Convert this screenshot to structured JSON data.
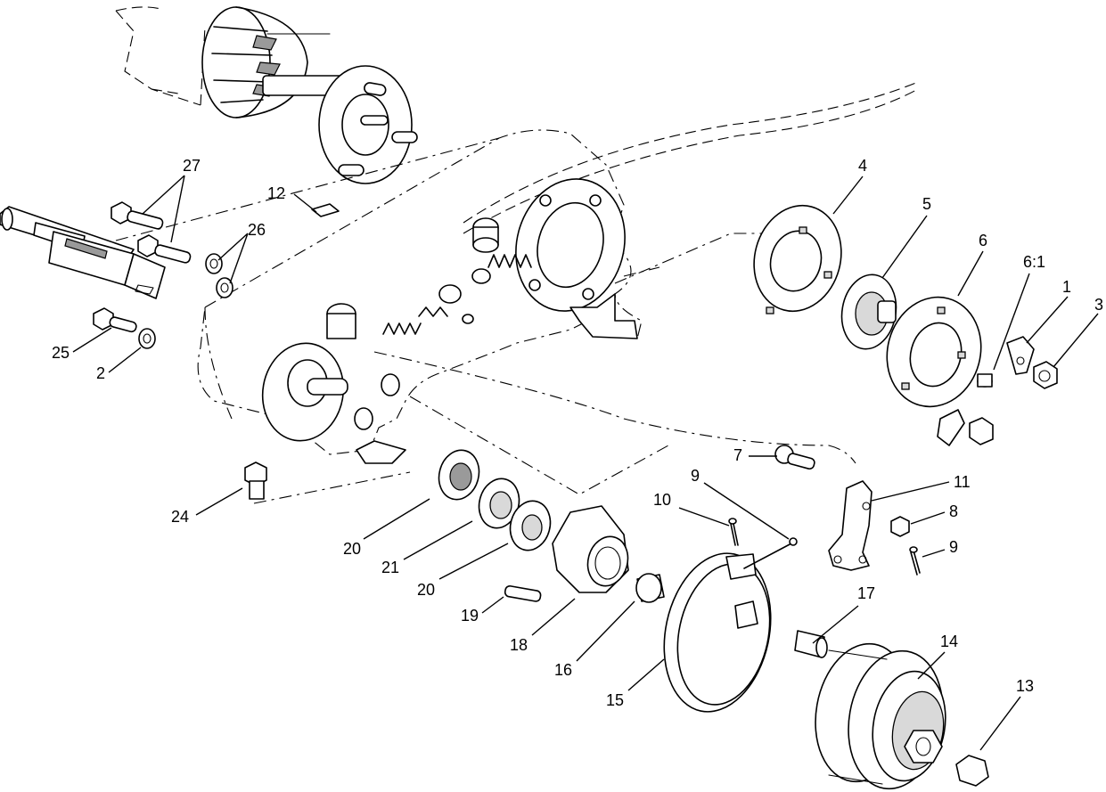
{
  "callouts": [
    {
      "id": "c27",
      "text": "27"
    },
    {
      "id": "c12",
      "text": "12"
    },
    {
      "id": "c26",
      "text": "26"
    },
    {
      "id": "c25",
      "text": "25"
    },
    {
      "id": "c2",
      "text": "2"
    },
    {
      "id": "c24",
      "text": "24"
    },
    {
      "id": "c20a",
      "text": "20"
    },
    {
      "id": "c21",
      "text": "21"
    },
    {
      "id": "c20b",
      "text": "20"
    },
    {
      "id": "c19",
      "text": "19"
    },
    {
      "id": "c18",
      "text": "18"
    },
    {
      "id": "c16",
      "text": "16"
    },
    {
      "id": "c15",
      "text": "15"
    },
    {
      "id": "c4",
      "text": "4"
    },
    {
      "id": "c5",
      "text": "5"
    },
    {
      "id": "c6",
      "text": "6"
    },
    {
      "id": "c61",
      "text": "6:1"
    },
    {
      "id": "c1",
      "text": "1"
    },
    {
      "id": "c3",
      "text": "3"
    },
    {
      "id": "c7",
      "text": "7"
    },
    {
      "id": "c11",
      "text": "11"
    },
    {
      "id": "c8",
      "text": "8"
    },
    {
      "id": "c9a",
      "text": "9"
    },
    {
      "id": "c10",
      "text": "10"
    },
    {
      "id": "c9b",
      "text": "9"
    },
    {
      "id": "c17",
      "text": "17"
    },
    {
      "id": "c14",
      "text": "14"
    },
    {
      "id": "c13",
      "text": "13"
    }
  ]
}
